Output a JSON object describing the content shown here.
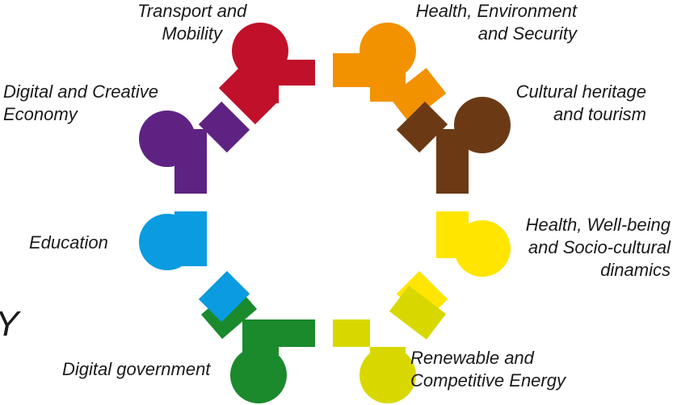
{
  "sectors": [
    {
      "key": "transport",
      "lines": [
        "Transport and",
        "Mobility"
      ],
      "color": "#c0102a"
    },
    {
      "key": "health-env",
      "lines": [
        "Health, Environment",
        "and Security"
      ],
      "color": "#f39200"
    },
    {
      "key": "heritage",
      "lines": [
        "Cultural heritage",
        "and tourism"
      ],
      "color": "#6b3a14"
    },
    {
      "key": "wellbeing",
      "lines": [
        "Health, Well-being",
        "and Socio-cultural",
        "dinamics"
      ],
      "color": "#ffe500"
    },
    {
      "key": "energy",
      "lines": [
        "Renewable and",
        "Competitive Energy"
      ],
      "color": "#d8d800"
    },
    {
      "key": "digital-gov",
      "lines": [
        "Digital government"
      ],
      "color": "#1a8a2c"
    },
    {
      "key": "education",
      "lines": [
        "Education"
      ],
      "color": "#0a9be0"
    },
    {
      "key": "digital-creative",
      "lines": [
        "Digital and Creative",
        "Economy"
      ],
      "color": "#5e2382"
    }
  ],
  "edge_fragment": "Y"
}
